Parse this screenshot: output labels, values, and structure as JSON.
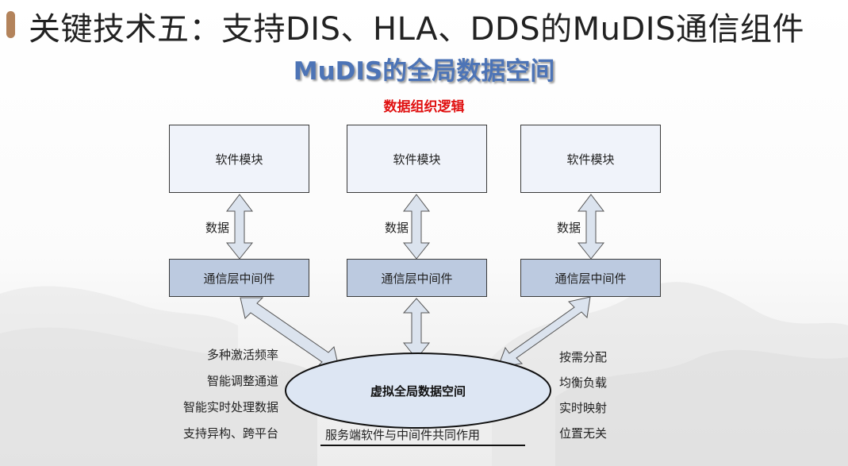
{
  "slide": {
    "title": "关键技术五：支持DIS、HLA、DDS的MuDIS通信组件",
    "subtitle": "MuDIS的全局数据空间",
    "section_label": "数据组织逻辑"
  },
  "diagram": {
    "modules": [
      {
        "label": "软件模块"
      },
      {
        "label": "软件模块"
      },
      {
        "label": "软件模块"
      }
    ],
    "data_labels": [
      "数据",
      "数据",
      "数据"
    ],
    "middlewares": [
      {
        "label": "通信层中间件"
      },
      {
        "label": "通信层中间件"
      },
      {
        "label": "通信层中间件"
      }
    ],
    "center_space": "虚拟全局数据空间",
    "center_note": "服务端软件与中间件共同作用",
    "left_features": [
      "多种激活频率",
      "智能调整通道",
      "智能实时处理数据",
      "支持异构、跨平台"
    ],
    "right_features": [
      "按需分配",
      "均衡负载",
      "实时映射",
      "位置无关"
    ]
  },
  "colors": {
    "accent_bar": "#b3835b",
    "subtitle": "#4d74b6",
    "section_label": "#e01010",
    "module_fill": "#f0f3fa",
    "middleware_fill": "#bccae0",
    "ellipse_fill": "#dde6f3",
    "arrow_fill": "#dbe3ee"
  }
}
